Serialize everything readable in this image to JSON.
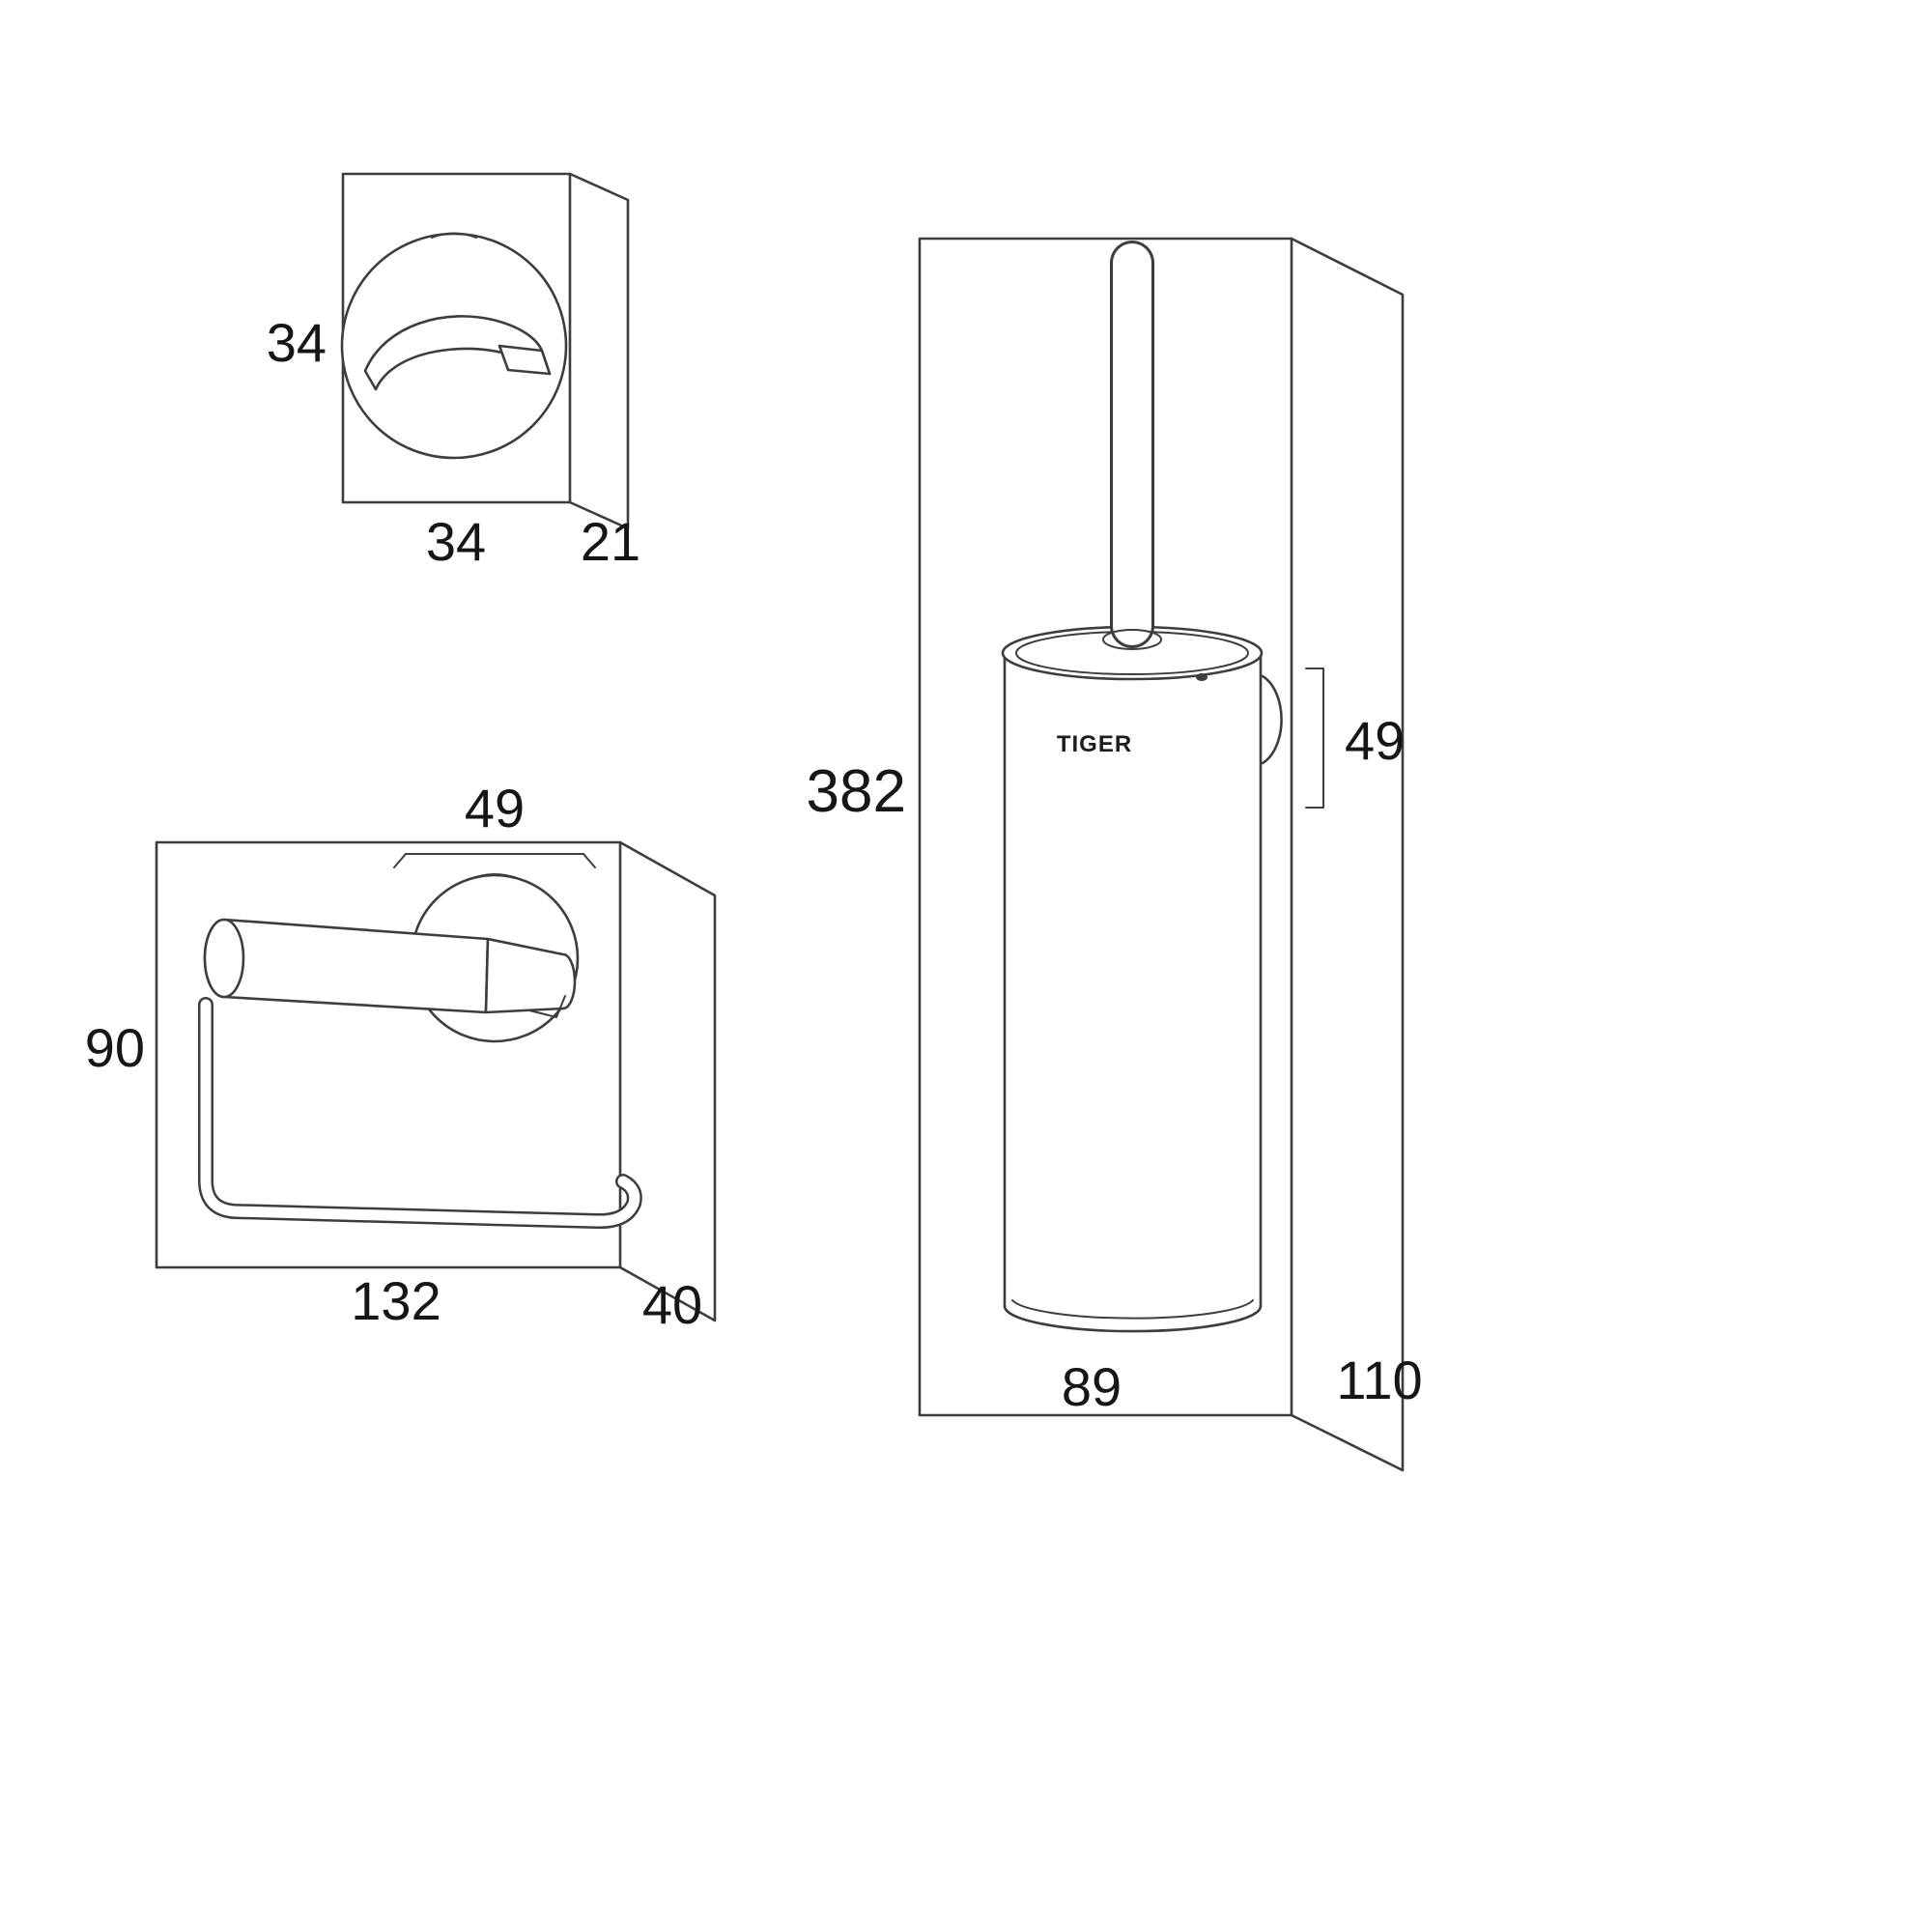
{
  "colors": {
    "background": "#ffffff",
    "line": "#3d3d3d",
    "text": "#161616"
  },
  "hook": {
    "height_mm": "34",
    "width_mm": "34",
    "depth_mm": "21"
  },
  "roll_holder": {
    "rose_width_mm": "49",
    "height_mm": "90",
    "width_mm": "132",
    "depth_mm": "40"
  },
  "brush_holder": {
    "brand": "TIGER",
    "height_mm": "382",
    "bracket_height_mm": "49",
    "width_mm": "89",
    "depth_mm": "110"
  }
}
